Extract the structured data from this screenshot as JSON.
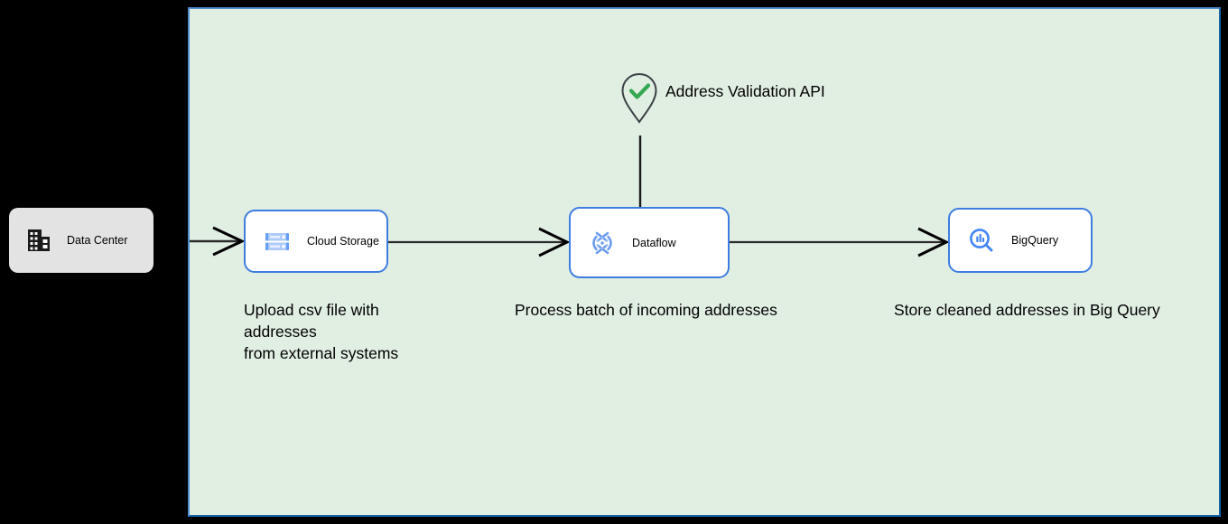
{
  "canvas": {
    "background_color": "#e1efe3",
    "border_color": "#4d8ecc"
  },
  "external_nodes": [
    {
      "id": "data-center",
      "label": "Data Center",
      "icon": "building-icon",
      "background_color": "#e3e3e3"
    }
  ],
  "api_node": {
    "label": "Address Validation\nAPI",
    "icon": "map-pin-check-icon",
    "check_color": "#34a853",
    "pin_color": "#3c4043"
  },
  "nodes": [
    {
      "id": "cloud-storage",
      "label": "Cloud Storage",
      "icon": "cloud-storage-icon",
      "border_color": "#3d7de0"
    },
    {
      "id": "dataflow",
      "label": "Dataflow",
      "icon": "dataflow-icon",
      "border_color": "#3d7de0"
    },
    {
      "id": "bigquery",
      "label": "BigQuery",
      "icon": "bigquery-icon",
      "border_color": "#3d7de0"
    }
  ],
  "captions": {
    "storage": "Upload csv file with addresses\nfrom external systems",
    "dataflow": "Process batch of incoming addresses",
    "bigquery": "Store cleaned addresses in Big Query"
  },
  "connectors": [
    {
      "id": "datacenter-to-storage",
      "from": "data-center",
      "to": "cloud-storage",
      "style": "arrow"
    },
    {
      "id": "storage-to-dataflow",
      "from": "cloud-storage",
      "to": "dataflow",
      "style": "arrow"
    },
    {
      "id": "dataflow-to-bigquery",
      "from": "dataflow",
      "to": "bigquery",
      "style": "arrow"
    },
    {
      "id": "api-to-dataflow",
      "from": "address-validation-api",
      "to": "dataflow",
      "style": "line"
    }
  ]
}
